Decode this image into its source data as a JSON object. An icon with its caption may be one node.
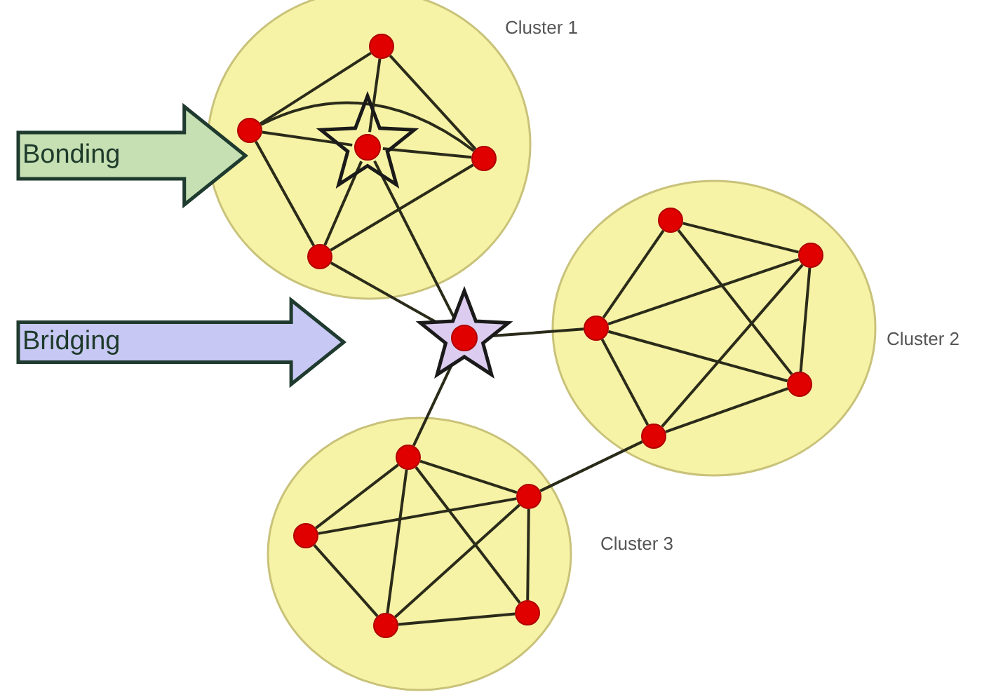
{
  "diagram": {
    "nodes": [
      {
        "text": [
          "Cluster 1"
        ]
      },
      {
        "text": [],
        "shape": "circle",
        "in": 0
      },
      {
        "text": [],
        "shape": "circle",
        "in": 0
      },
      {
        "text": [],
        "shape": "star",
        "in": 0
      },
      {
        "text": [],
        "shape": "circle",
        "in": 0
      },
      {
        "text": [],
        "shape": "circle",
        "in": 0
      },
      {
        "text": [
          "Bonding"
        ]
      },
      {
        "text": [
          "Bridging"
        ]
      },
      {
        "text": [],
        "shape": "star"
      },
      {
        "text": [
          "Cluster 2"
        ]
      },
      {
        "text": [],
        "shape": "circle",
        "in": 9
      },
      {
        "text": [],
        "shape": "circle",
        "in": 9
      },
      {
        "text": [],
        "shape": "circle",
        "in": 9
      },
      {
        "text": [],
        "shape": "circle",
        "in": 9
      },
      {
        "text": [],
        "shape": "circle",
        "in": 9
      },
      {
        "text": [
          "Cluster 3"
        ]
      },
      {
        "text": [],
        "shape": "circle",
        "in": 15
      },
      {
        "text": [],
        "shape": "circle",
        "in": 15
      },
      {
        "text": [],
        "shape": "circle",
        "in": 15
      },
      {
        "text": [],
        "shape": "circle",
        "in": 15
      },
      {
        "text": [],
        "shape": "circle",
        "in": 15
      }
    ],
    "edges": [
      {
        "from": 1,
        "to": 2,
        "arrow": "none"
      },
      {
        "from": 1,
        "to": 3,
        "arrow": "none"
      },
      {
        "from": 1,
        "to": 4,
        "arrow": "none"
      },
      {
        "from": 2,
        "to": 3,
        "arrow": "none"
      },
      {
        "from": 3,
        "to": 4,
        "arrow": "none"
      },
      {
        "from": 2,
        "to": 4,
        "arrow": "none"
      },
      {
        "from": 2,
        "to": 5,
        "arrow": "none"
      },
      {
        "from": 3,
        "to": 5,
        "arrow": "none"
      },
      {
        "from": 4,
        "to": 5,
        "arrow": "none"
      },
      {
        "from": 3,
        "to": 8,
        "arrow": "none"
      },
      {
        "from": 5,
        "to": 8,
        "arrow": "none"
      },
      {
        "from": 8,
        "to": 12,
        "arrow": "none"
      },
      {
        "from": 8,
        "to": 16,
        "arrow": "none"
      },
      {
        "from": 10,
        "to": 11,
        "arrow": "none"
      },
      {
        "from": 10,
        "to": 12,
        "arrow": "none"
      },
      {
        "from": 10,
        "to": 13,
        "arrow": "none"
      },
      {
        "from": 11,
        "to": 12,
        "arrow": "none"
      },
      {
        "from": 11,
        "to": 13,
        "arrow": "none"
      },
      {
        "from": 11,
        "to": 14,
        "arrow": "none"
      },
      {
        "from": 12,
        "to": 13,
        "arrow": "none"
      },
      {
        "from": 12,
        "to": 14,
        "arrow": "none"
      },
      {
        "from": 13,
        "to": 14,
        "arrow": "none"
      },
      {
        "from": 14,
        "to": 17,
        "arrow": "none"
      },
      {
        "from": 16,
        "to": 17,
        "arrow": "none"
      },
      {
        "from": 16,
        "to": 18,
        "arrow": "none"
      },
      {
        "from": 16,
        "to": 20,
        "arrow": "none"
      },
      {
        "from": 16,
        "to": 19,
        "arrow": "none"
      },
      {
        "from": 17,
        "to": 18,
        "arrow": "none"
      },
      {
        "from": 17,
        "to": 20,
        "arrow": "none"
      },
      {
        "from": 17,
        "to": 19,
        "arrow": "none"
      },
      {
        "from": 18,
        "to": 20,
        "arrow": "none"
      },
      {
        "from": 20,
        "to": 19,
        "arrow": "none"
      }
    ]
  }
}
